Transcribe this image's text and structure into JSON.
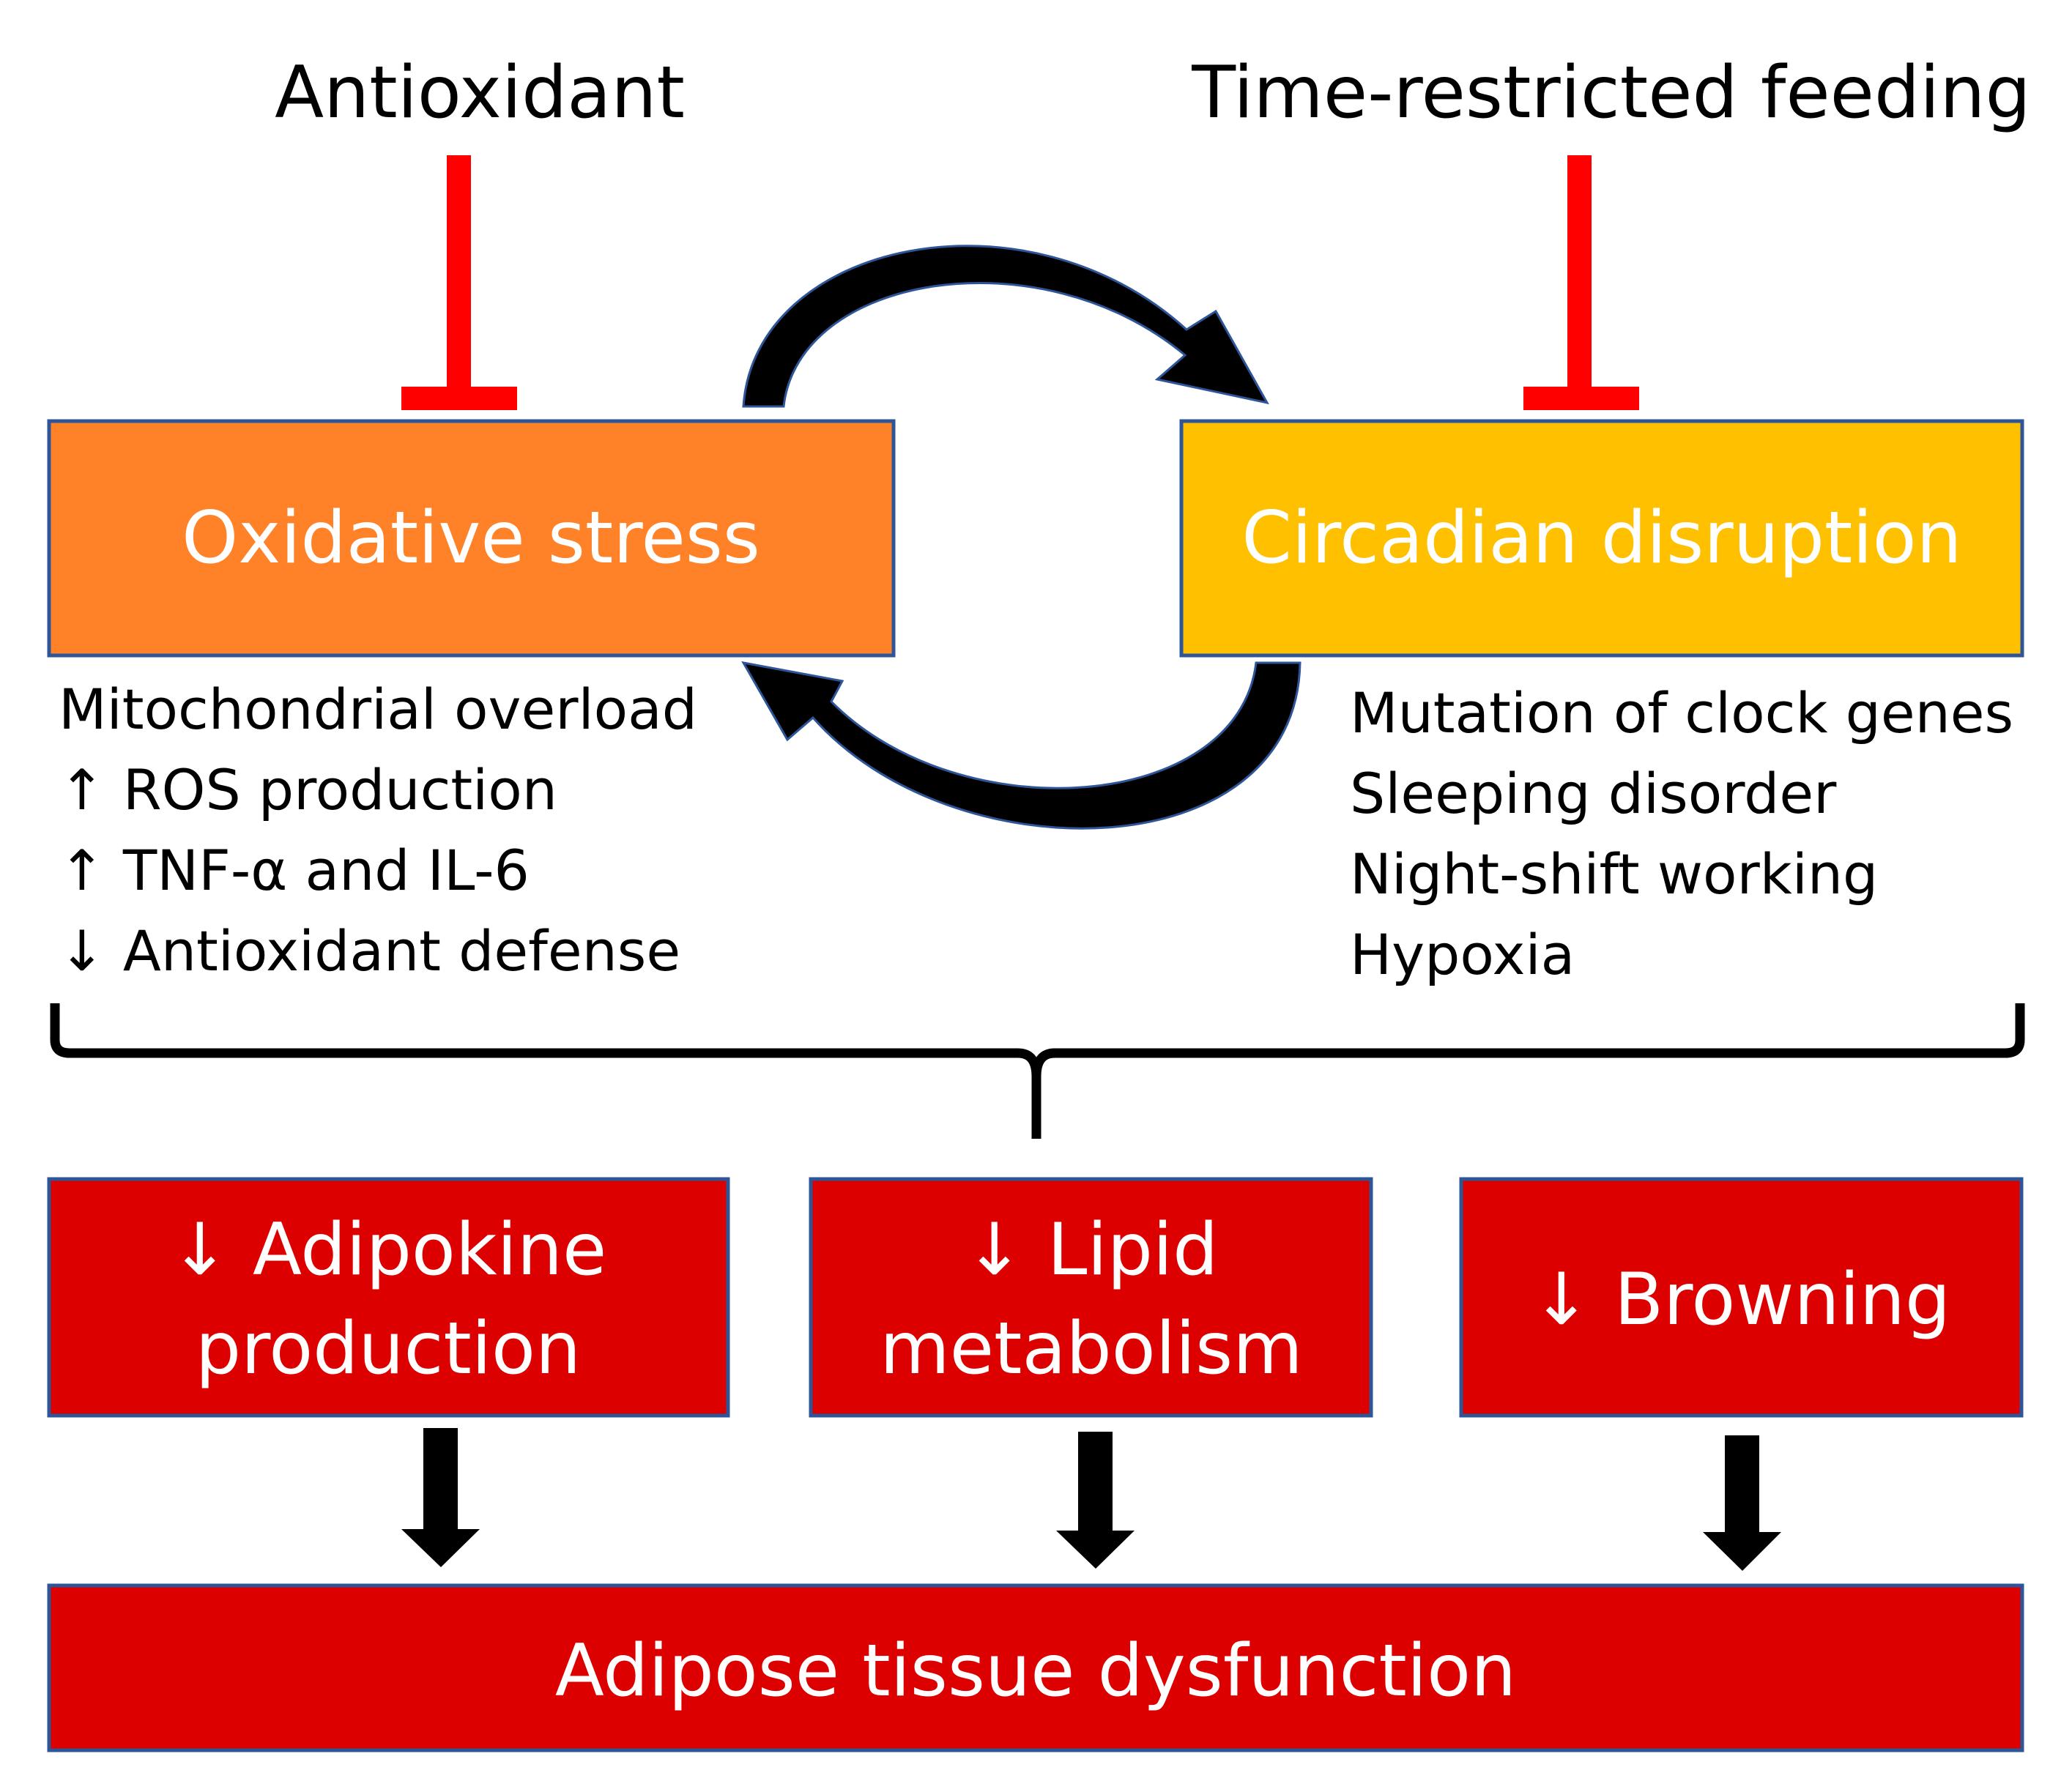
{
  "inhibitors": {
    "left": "Antioxidant",
    "right": "Time-restricted feeding"
  },
  "boxes": {
    "oxidative_stress": "Oxidative stress",
    "circadian_disruption": "Circadian disruption"
  },
  "oxidative_causes": [
    "Mitochondrial overload",
    "↑ ROS production",
    "↑ TNF-α and IL-6",
    "↓ Antioxidant defense"
  ],
  "circadian_causes": [
    "Mutation of clock genes",
    "Sleeping disorder",
    "Night-shift working",
    "Hypoxia"
  ],
  "effects": {
    "adipokine_line1": "↓ Adipokine",
    "adipokine_line2": "production",
    "lipid_line1": "↓ Lipid",
    "lipid_line2": "metabolism",
    "browning": "↓ Browning"
  },
  "outcome": "Adipose tissue dysfunction",
  "colors": {
    "oxidative_box": "#FF8229",
    "circadian_box": "#FFC000",
    "effect_box": "#DD0000",
    "box_border": "#2E5597",
    "inhibitor_red": "#FF0000",
    "arrow": "#000000"
  }
}
